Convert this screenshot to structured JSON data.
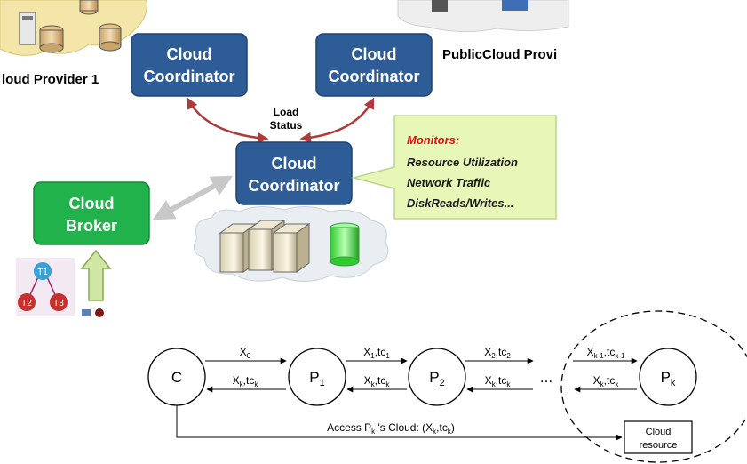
{
  "top": {
    "provider1_label": "loud Provider 1",
    "public_provider_label": "PublicCloud Provi",
    "coordinator_left": {
      "line1": "Cloud",
      "line2": "Coordinator"
    },
    "coordinator_right": {
      "line1": "Cloud",
      "line2": "Coordinator"
    },
    "coordinator_center": {
      "line1": "Cloud",
      "line2": "Coordinator"
    },
    "load_status": {
      "line1": "Load",
      "line2": "Status"
    },
    "broker": {
      "line1": "Cloud",
      "line2": "Broker"
    },
    "monitors": {
      "title": "Monitors:",
      "items": [
        "Resource Utilization",
        "Network Traffic",
        "DiskReads/Writes..."
      ]
    },
    "tasks": [
      "T1",
      "T2",
      "T3"
    ],
    "colors": {
      "coordinator": "#2e5c96",
      "broker": "#22b24c",
      "monitor_bg": "#e7f7b7",
      "arrow_red": "#b03a3a",
      "monitor_title": "#e01010"
    }
  },
  "bottom": {
    "nodes": {
      "c": "C",
      "p1": {
        "base": "P",
        "sub": "1"
      },
      "p2": {
        "base": "P",
        "sub": "2"
      },
      "pk": {
        "base": "P",
        "sub": "k"
      }
    },
    "edges": {
      "c_p1_top": {
        "base": "X",
        "sub": "0"
      },
      "p1_c_bottom": {
        "a": "X",
        "asub": "k",
        "b": ",tc",
        "bsub": "k"
      },
      "p1_p2_top": {
        "a": "X",
        "asub": "1",
        "b": ",tc",
        "bsub": "1"
      },
      "p2_p1_bottom": {
        "a": "X",
        "asub": "k",
        "b": ",tc",
        "bsub": "k"
      },
      "p2_next_top": {
        "a": "X",
        "asub": "2",
        "b": ",tc",
        "bsub": "2"
      },
      "next_p2_bottom": {
        "a": "X",
        "asub": "k",
        "b": ",tc",
        "bsub": "k"
      },
      "prev_pk_top": {
        "a": "X",
        "asub": "k-1",
        "b": ",tc",
        "bsub": "k-1"
      },
      "pk_prev_bottom": {
        "a": "X",
        "asub": "k",
        "b": ",tc",
        "bsub": "k"
      }
    },
    "ellipsis": "...",
    "access": {
      "a": "Access P",
      "asub": "k",
      "b": " 's Cloud: (X",
      "bsub": "k",
      "c": ",tc",
      "csub": "k",
      "d": ")"
    },
    "cloud_resource": {
      "line1": "Cloud",
      "line2": "resource"
    }
  }
}
